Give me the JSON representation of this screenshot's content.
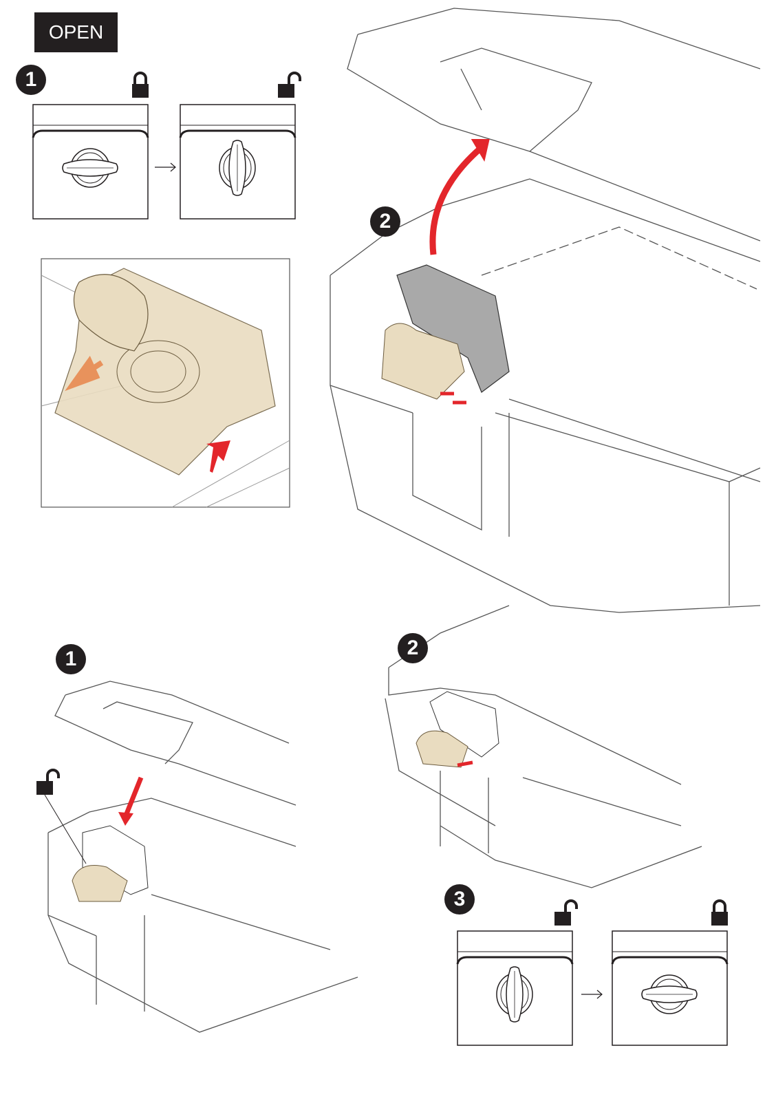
{
  "title": "OPEN",
  "steps": {
    "open_1": "1",
    "open_2": "2",
    "close_1": "1",
    "close_2": "2",
    "close_3": "3"
  },
  "colors": {
    "label_bg": "#231f20",
    "arrow_red": "#e3262b",
    "arrow_orange": "#e8925c",
    "latch_beige": "#e9dcc0",
    "latch_grey": "#a9a9a9",
    "line": "#555555"
  }
}
